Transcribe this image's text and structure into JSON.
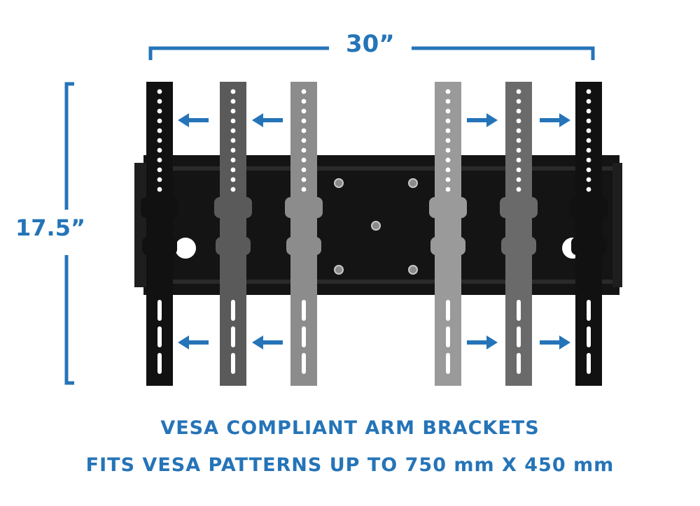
{
  "dimensions": {
    "width_label": "30”",
    "height_label": "17.5”"
  },
  "caption": {
    "line1": "VESA COMPLIANT ARM BRACKETS",
    "line2": "FITS VESA PATTERNS UP TO 750 mm X 450 mm"
  },
  "colors": {
    "accent": "#2574b8",
    "mount_black": "#141414",
    "background": "#ffffff"
  },
  "icons": {
    "expand_arrows": "arrow-left-icon / arrow-right-icon"
  }
}
